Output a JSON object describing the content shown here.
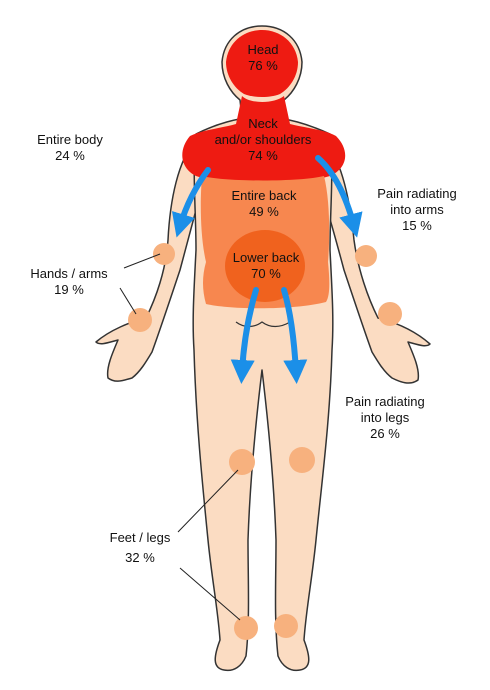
{
  "colors": {
    "skin": "#fbdcc2",
    "outline": "#333333",
    "head_neck": "#ee1b12",
    "back": "#f7874f",
    "lower_back": "#f0621e",
    "spot": "#f7b17e",
    "arrow": "#1b8fe8"
  },
  "regions": {
    "head": {
      "name": "Head",
      "value": "76 %"
    },
    "neck": {
      "name_line1": "Neck",
      "name_line2": "and/or shoulders",
      "value": "74 %"
    },
    "entire_body": {
      "name": "Entire body",
      "value": "24 %"
    },
    "entire_back": {
      "name": "Entire back",
      "value": "49 %"
    },
    "lower_back": {
      "name": "Lower back",
      "value": "70 %"
    },
    "arms": {
      "name_line1": "Pain radiating",
      "name_line2": "into arms",
      "value": "15 %"
    },
    "hands": {
      "name": "Hands / arms",
      "value": "19 %"
    },
    "legs": {
      "name_line1": "Pain radiating",
      "name_line2": "into legs",
      "value": "26 %"
    },
    "feet": {
      "name": "Feet / legs",
      "value": "32 %"
    }
  }
}
